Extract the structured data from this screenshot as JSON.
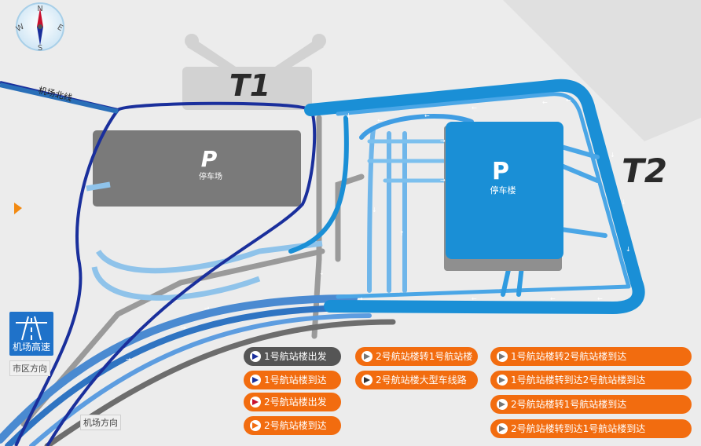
{
  "compass": {
    "n": "N",
    "s": "S",
    "e": "E",
    "w": "W"
  },
  "terminals": {
    "t1": "T1",
    "t2": "T2"
  },
  "parking": {
    "t1_symbol": "P",
    "t1_label": "停车场",
    "t2_symbol": "P",
    "t2_label": "停车楼"
  },
  "roads": {
    "north_line": "机场北线"
  },
  "highway": {
    "label": "机场高速"
  },
  "places": {
    "city": "市区方向",
    "airport": "机场方向"
  },
  "colors": {
    "dark": "#555555",
    "orange": "#f26c0f",
    "t1_route": "#1a2f9c",
    "t2_route": "#1a8fd6"
  },
  "legend": [
    {
      "label": "1号航站楼出发",
      "style": "dark",
      "arrow": "#1a2f9c"
    },
    {
      "label": "1号航站楼到达",
      "style": "orange",
      "arrow": "#1a2f9c"
    },
    {
      "label": "2号航站楼出发",
      "style": "orange",
      "arrow": "#c8102e"
    },
    {
      "label": "2号航站楼到达",
      "style": "orange",
      "arrow": "#f26c0f"
    },
    {
      "label": "2号航站楼转1号航站楼",
      "style": "orange",
      "arrow": "#777777"
    },
    {
      "label": "2号航站楼大型车线路",
      "style": "orange",
      "arrow": "#333333"
    },
    {
      "label": "1号航站楼转2号航站楼到达",
      "style": "orange",
      "arrow": "#777777"
    },
    {
      "label": "1号航站楼转到达2号航站楼到达",
      "style": "orange",
      "arrow": "#777777"
    },
    {
      "label": "2号航站楼转1号航站楼到达",
      "style": "orange",
      "arrow": "#777777"
    },
    {
      "label": "2号航站楼转到达1号航站楼到达",
      "style": "orange",
      "arrow": "#777777"
    }
  ]
}
